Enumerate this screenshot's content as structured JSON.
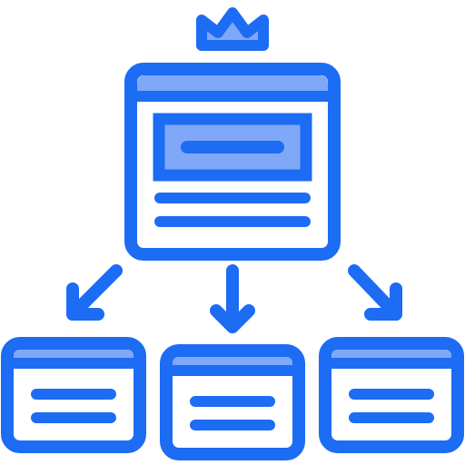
{
  "icon": {
    "name": "sitemap-hierarchy-icon",
    "colors": {
      "stroke": "#1c6cf4",
      "light": "#7fa8f8",
      "fill": "#ffffff"
    },
    "parent_page": {
      "crown": true,
      "banner_block": true,
      "text_lines": 2
    },
    "child_pages": [
      {
        "position": "left",
        "text_lines": 2
      },
      {
        "position": "center",
        "text_lines": 2
      },
      {
        "position": "right",
        "text_lines": 2
      }
    ],
    "arrows": [
      "down-left",
      "down",
      "down-right"
    ]
  }
}
